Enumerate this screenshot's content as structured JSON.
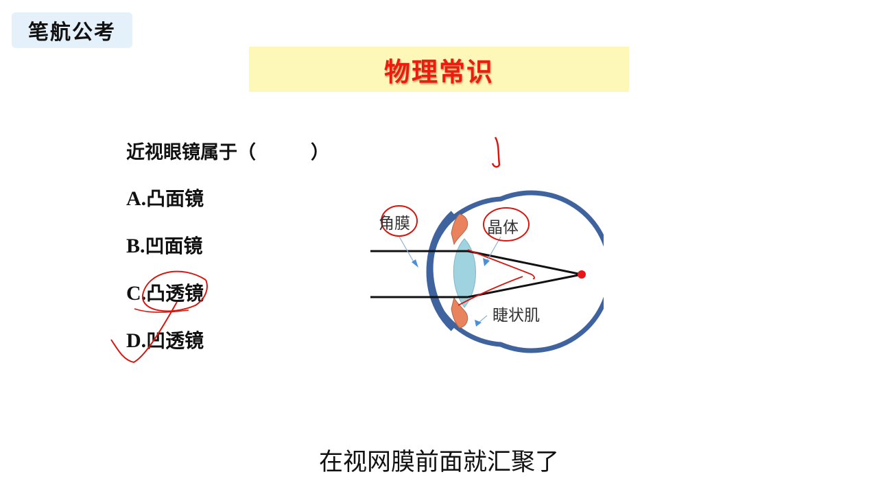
{
  "logo": {
    "text": "笔航公考"
  },
  "title": {
    "text": "物理常识",
    "color": "#ee1c0e",
    "background": "#fdf7b8"
  },
  "question": {
    "stem": "近视眼镜属于（",
    "stem_close": "）",
    "options": [
      {
        "letter": "A.",
        "text": "凸面镜"
      },
      {
        "letter": "B.",
        "text": "凹面镜"
      },
      {
        "letter": "C.",
        "text": "凸透镜"
      },
      {
        "letter": "D.",
        "text": "凹透镜"
      }
    ],
    "marked_answer": "D"
  },
  "diagram": {
    "labels": {
      "cornea": "角膜",
      "lens": "晶体",
      "ciliary": "睫状肌"
    },
    "colors": {
      "eyeball": "#3e639e",
      "lens": "#9fd3e0",
      "muscle": "#e9835e",
      "focus": "#e8141c",
      "annotation": "#d8160f"
    }
  },
  "subtitle": {
    "text": "在视网膜前面就汇聚了"
  }
}
